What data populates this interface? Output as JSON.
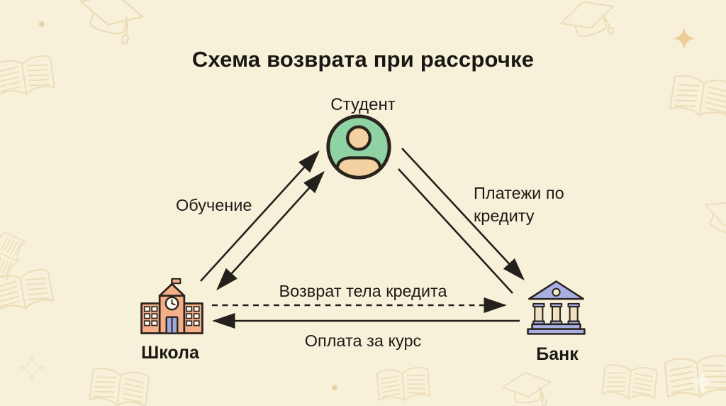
{
  "title": "Схема возврата при рассрочке",
  "nodes": {
    "student": {
      "label": "Студент",
      "icon": "person-in-circle-icon"
    },
    "school": {
      "label": "Школа",
      "icon": "school-building-icon"
    },
    "bank": {
      "label": "Банк",
      "icon": "bank-building-icon"
    }
  },
  "edges": {
    "education": {
      "label": "Обучение",
      "from": "Школа",
      "to": "Студент",
      "style": "solid"
    },
    "loan_payments": {
      "label": "Платежи по кредиту",
      "from": "Студент",
      "to": "Банк",
      "style": "solid"
    },
    "principal_return": {
      "label": "Возврат тела кредита",
      "from": "Школа",
      "to": "Банк",
      "style": "dashed"
    },
    "course_payment": {
      "label": "Оплата за курс",
      "from": "Банк",
      "to": "Школа",
      "style": "solid"
    }
  },
  "colors": {
    "background": "#F8F1DA",
    "decoration_outline": "#E3CFA0",
    "sparkle_fill": "#ECC98D",
    "text": "#1c1a15",
    "arrow": "#24211c",
    "student_circle": "#8FD3A4",
    "person_skin": "#F4D1A1",
    "school_building": "#F5AF88",
    "school_door": "#9FA8DC",
    "bank_structure": "#A8AFE3",
    "bank_column": "#F0E2C0",
    "icon_outline": "#2A241E",
    "window_fill": "#FDFBF3"
  },
  "decorations": [
    "graduation-cap",
    "open-book",
    "four-point-star",
    "sparkle",
    "dot"
  ]
}
